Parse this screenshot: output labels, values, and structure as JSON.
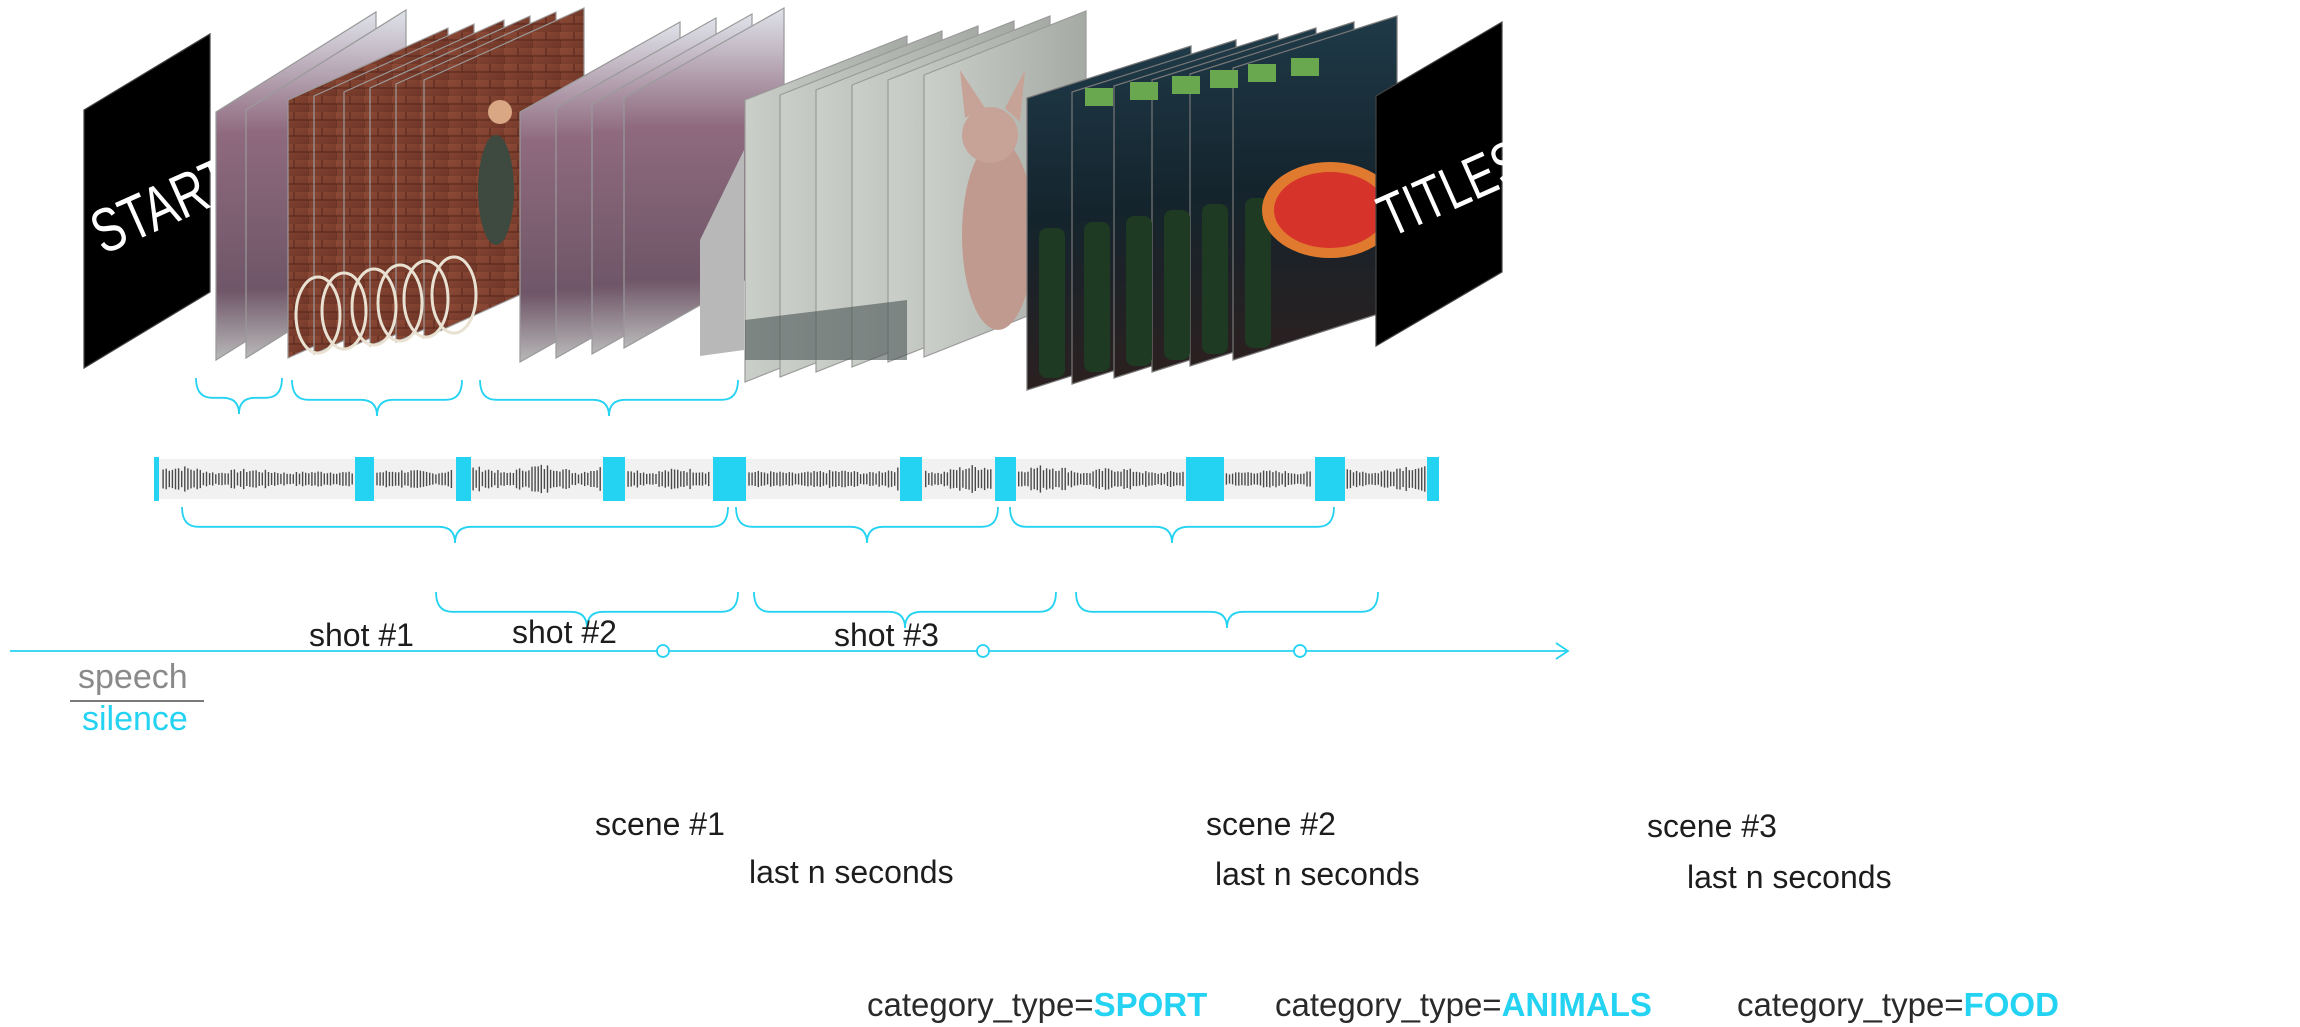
{
  "frames": {
    "start_text": "START",
    "titles_text": "TITLES"
  },
  "legend": {
    "speech": "speech",
    "silence": "silence"
  },
  "shots": [
    {
      "label": "shot #1"
    },
    {
      "label": "shot #2"
    },
    {
      "label": "shot #3"
    }
  ],
  "scenes": [
    {
      "label": "scene #1",
      "last_label": "last n seconds",
      "category_prefix": "category_type=",
      "category_value": "SPORT"
    },
    {
      "label": "scene #2",
      "last_label": "last n seconds",
      "category_prefix": "category_type=",
      "category_value": "ANIMALS"
    },
    {
      "label": "scene #3",
      "last_label": "last n seconds",
      "category_prefix": "category_type=",
      "category_value": "FOOD"
    }
  ],
  "colors": {
    "accent": "#24d2f2",
    "wave": "#4a4a4a",
    "frame_black": "#000000"
  },
  "icons": [
    "timeline-arrow-icon",
    "timeline-marker-icon"
  ]
}
